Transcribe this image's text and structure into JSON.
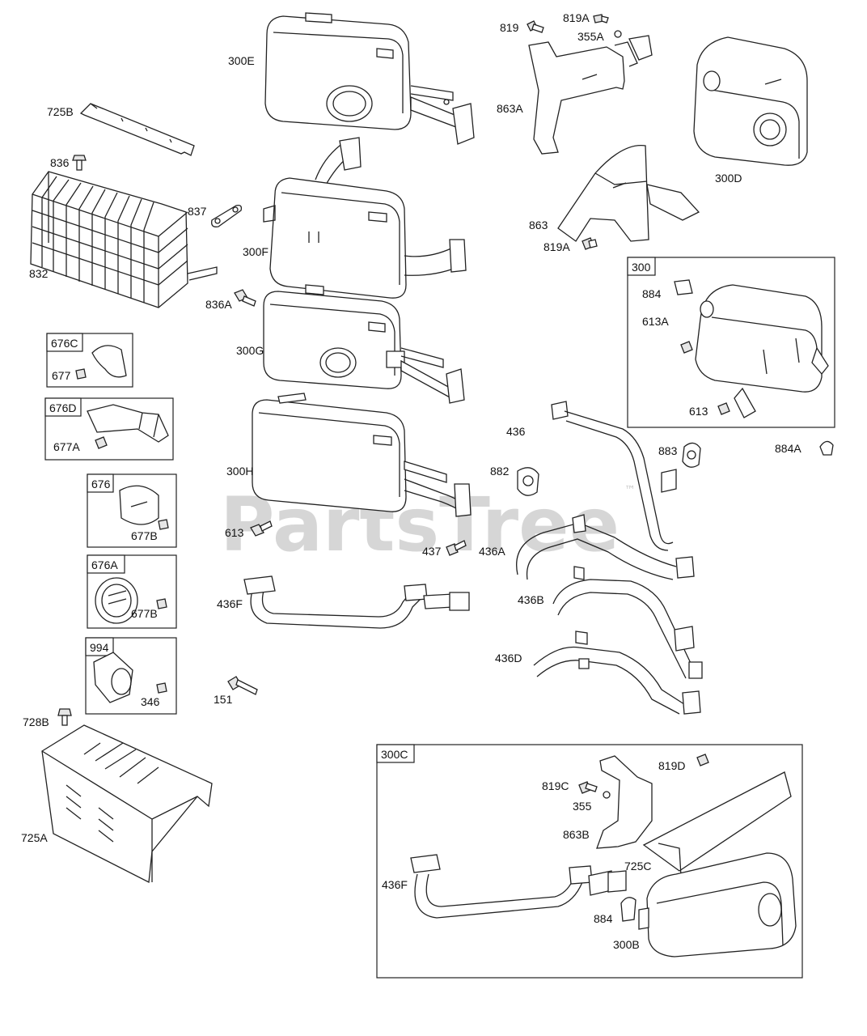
{
  "watermark": {
    "text": "PartsTree",
    "trademark": "™"
  },
  "groups": [
    {
      "id": "676C"
    },
    {
      "id": "676D"
    },
    {
      "id": "676"
    },
    {
      "id": "676A"
    },
    {
      "id": "994"
    },
    {
      "id": "300"
    },
    {
      "id": "300C"
    }
  ],
  "callouts": [
    "300E",
    "725B",
    "836",
    "837",
    "832",
    "300F",
    "836A",
    "300G",
    "677",
    "677A",
    "300H",
    "677B",
    "677B",
    "613",
    "436F",
    "151",
    "346",
    "728B",
    "725A",
    "819",
    "819A",
    "355A",
    "863A",
    "300D",
    "863",
    "819A",
    "884",
    "613A",
    "613",
    "436",
    "883",
    "882",
    "884A",
    "437",
    "436A",
    "436B",
    "436D",
    "819D",
    "819C",
    "355",
    "863B",
    "725C",
    "436F",
    "884",
    "300B"
  ]
}
